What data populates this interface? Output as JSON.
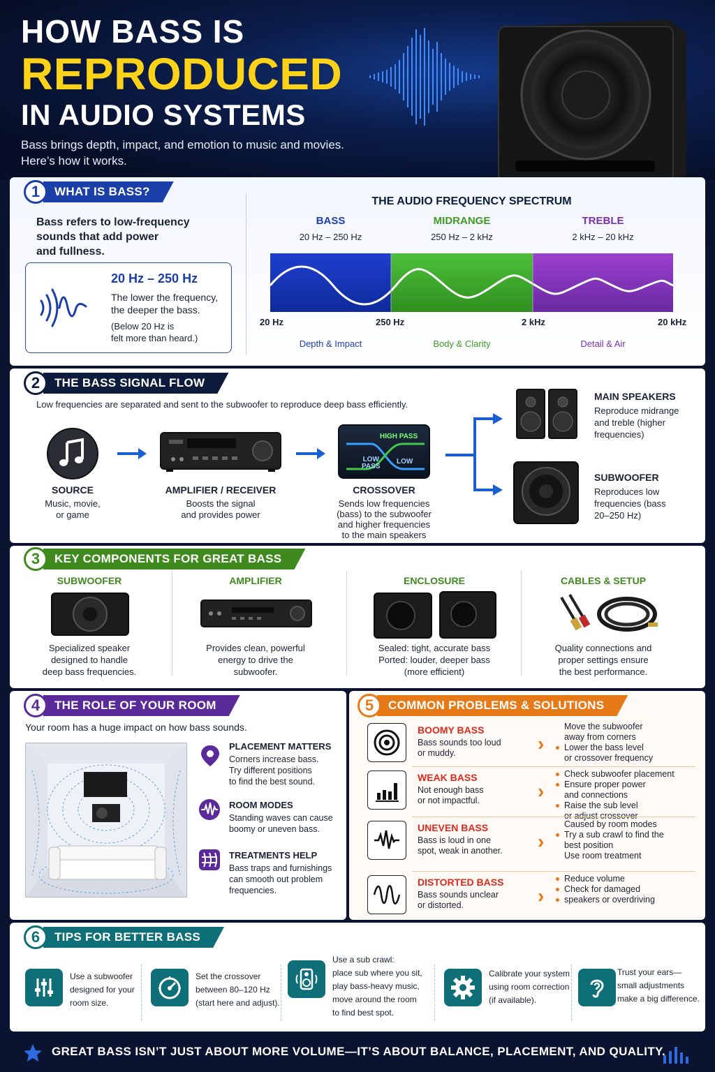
{
  "hero": {
    "title_line1": "HOW BASS IS",
    "title_line2": "REPRODUCED",
    "title_line3": "IN AUDIO SYSTEMS",
    "subtitle_line1": "Bass brings depth, impact, and emotion to music and movies.",
    "subtitle_line2": "Here’s how it works."
  },
  "section1": {
    "num": "1",
    "title": "WHAT IS BASS?",
    "intro_line1": "Bass refers to low-frequency",
    "intro_line2": "sounds that add power",
    "intro_line3": "and fullness.",
    "range": "20 Hz – 250 Hz",
    "range_desc_line1": "The lower the frequency,",
    "range_desc_line2": "the deeper the bass.",
    "note_line1": "(Below 20 Hz is",
    "note_line2": "felt more than heard.)",
    "spectrum_title": "THE AUDIO FREQUENCY SPECTRUM",
    "bands": [
      {
        "name": "BASS",
        "range": "20 Hz – 250 Hz",
        "caption": "Depth & Impact",
        "color": "#1a3fb8"
      },
      {
        "name": "MIDRANGE",
        "range": "250 Hz – 2 kHz",
        "caption": "Body & Clarity",
        "color": "#3f9a24"
      },
      {
        "name": "TREBLE",
        "range": "2 kHz – 20 kHz",
        "caption": "Detail & Air",
        "color": "#7a2fb0"
      }
    ],
    "ticks": [
      "20 Hz",
      "250 Hz",
      "2 kHz",
      "20 kHz"
    ]
  },
  "section2": {
    "num": "2",
    "title": "THE BASS SIGNAL FLOW",
    "intro": "Low frequencies are separated and sent to the subwoofer to reproduce deep bass efficiently.",
    "source": {
      "name": "SOURCE",
      "desc_line1": "Music, movie,",
      "desc_line2": "or game"
    },
    "amp": {
      "name": "AMPLIFIER / RECEIVER",
      "desc_line1": "Boosts the signal",
      "desc_line2": "and provides power"
    },
    "crossover": {
      "name": "CROSSOVER",
      "desc_line1": "Sends low frequencies",
      "desc_line2": "(bass) to the subwoofer",
      "desc_line3": "and higher frequencies",
      "desc_line4": "to the main speakers",
      "hp": "HIGH PASS",
      "lp1": "LOW",
      "lp2": "PASS",
      "low": "LOW"
    },
    "main": {
      "name": "MAIN SPEAKERS",
      "desc_line1": "Reproduce midrange",
      "desc_line2": "and treble (higher",
      "desc_line3": "frequencies)"
    },
    "sub": {
      "name": "SUBWOOFER",
      "desc_line1": "Reproduces low",
      "desc_line2": "frequencies (bass",
      "desc_line3": "20–250 Hz)"
    }
  },
  "section3": {
    "num": "3",
    "title": "KEY COMPONENTS FOR GREAT BASS",
    "items": [
      {
        "title": "SUBWOOFER",
        "d1": "Specialized speaker",
        "d2": "designed to handle",
        "d3": "deep bass frequencies."
      },
      {
        "title": "AMPLIFIER",
        "d1": "Provides clean, powerful",
        "d2": "energy to drive the",
        "d3": "subwoofer."
      },
      {
        "title": "ENCLOSURE",
        "d1": "Sealed: tight, accurate bass",
        "d2": "Ported: louder, deeper bass",
        "d3": "(more efficient)"
      },
      {
        "title": "CABLES & SETUP",
        "d1": "Quality connections and",
        "d2": "proper settings ensure",
        "d3": "the best performance."
      }
    ]
  },
  "section4": {
    "num": "4",
    "title": "THE ROLE OF YOUR ROOM",
    "intro": "Your room has a huge impact on how bass sounds.",
    "items": [
      {
        "title": "PLACEMENT MATTERS",
        "d1": "Corners increase bass.",
        "d2": "Try different positions",
        "d3": "to find the best sound."
      },
      {
        "title": "ROOM MODES",
        "d1": "Standing waves can cause",
        "d2": "boomy or uneven bass.",
        "d3": ""
      },
      {
        "title": "TREATMENTS HELP",
        "d1": "Bass traps and furnishings",
        "d2": "can smooth out problem",
        "d3": "frequencies."
      }
    ]
  },
  "section5": {
    "num": "5",
    "title": "COMMON PROBLEMS & SOLUTIONS",
    "rows": [
      {
        "title": "BOOMY BASS",
        "d1": "Bass sounds too loud",
        "d2": "or muddy.",
        "s": [
          "Move the subwoofer",
          "away from corners",
          "Lower the bass level",
          "or crossover frequency"
        ],
        "dots": [
          false,
          false,
          true,
          false
        ]
      },
      {
        "title": "WEAK BASS",
        "d1": "Not enough bass",
        "d2": "or not impactful.",
        "s": [
          "Check subwoofer placement",
          "Ensure proper power",
          "and connections",
          "Raise the sub level",
          "or adjust crossover"
        ],
        "dots": [
          true,
          true,
          false,
          true,
          false
        ]
      },
      {
        "title": "UNEVEN BASS",
        "d1": "Bass is loud in one",
        "d2": "spot, weak in another.",
        "s": [
          "Caused by room modes",
          "Try a sub crawl to find the",
          "best position",
          "Use room treatment"
        ],
        "dots": [
          false,
          true,
          false,
          false
        ]
      },
      {
        "title": "DISTORTED BASS",
        "d1": "Bass sounds unclear",
        "d2": "or distorted.",
        "s": [
          "Reduce volume",
          "Check for damaged",
          "speakers or overdriving"
        ],
        "dots": [
          true,
          true,
          true
        ]
      }
    ]
  },
  "section6": {
    "num": "6",
    "title": "TIPS FOR BETTER BASS",
    "tips": [
      {
        "l1": "Use a subwoofer",
        "l2": "designed for your",
        "l3": "room size.",
        "l4": ""
      },
      {
        "l1": "Set the crossover",
        "l2": "between 80–120 Hz",
        "l3": "(start here and adjust).",
        "l4": ""
      },
      {
        "l1": "Use a sub crawl:",
        "l2": "place sub where you sit,",
        "l3": "play bass-heavy music,",
        "l4": "move around the room",
        "l5": "to find best spot."
      },
      {
        "l1": "Calibrate your system",
        "l2": "using room correction",
        "l3": "(if available).",
        "l4": ""
      },
      {
        "l1": "Trust your ears—",
        "l2": "small adjustments",
        "l3": "make a big difference.",
        "l4": ""
      }
    ]
  },
  "footer": {
    "message": "GREAT BASS ISN’T JUST ABOUT MORE VOLUME—IT’S ABOUT BALANCE, PLACEMENT, AND QUALITY."
  },
  "colors": {
    "accent_yellow": "#ffd21a",
    "navy": "#0a1430",
    "blue": "#1a3fa8",
    "green": "#3f8a1e",
    "purple": "#5b2a9a",
    "orange": "#e77a18",
    "teal": "#0f6f78",
    "problem_red": "#e02a1c"
  },
  "icons": [
    "sound-wave-icon",
    "music-note-icon",
    "arrow-right-icon",
    "map-pin-icon",
    "waveform-icon",
    "grid-treatment-icon",
    "target-icon",
    "bar-chart-icon",
    "equalizer-icon",
    "gauge-icon",
    "speaker-icon",
    "gear-icon",
    "ear-icon",
    "star-icon"
  ]
}
